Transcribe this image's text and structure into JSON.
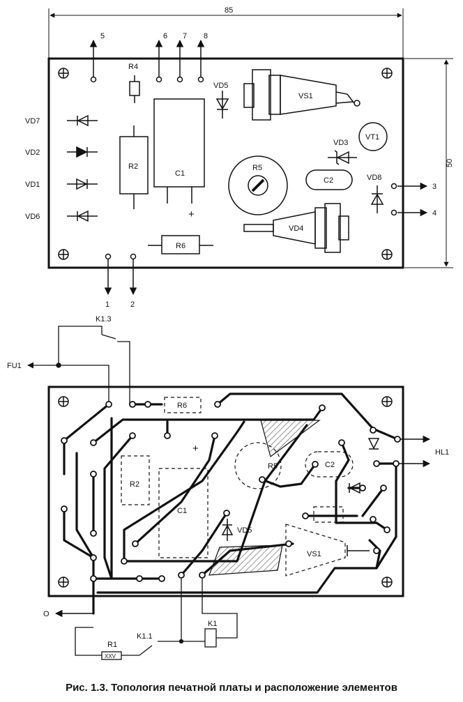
{
  "top_board": {
    "width_dim": "85",
    "height_dim": "50",
    "pins": {
      "p1": "1",
      "p2": "2",
      "p3": "3",
      "p4": "4",
      "p5": "5",
      "p6": "6",
      "p7": "7",
      "p8": "8"
    },
    "parts": {
      "R4": "R4",
      "R2": "R2",
      "C1": "C1",
      "R6": "R6",
      "R5": "R5",
      "C2": "C2",
      "VD5": "VD5",
      "VS1": "VS1",
      "VT1": "VT1",
      "VD3": "VD3",
      "VD8": "VD8",
      "VD4": "VD4",
      "VD7": "VD7",
      "VD2": "VD2",
      "VD1": "VD1",
      "VD6": "VD6",
      "plus": "+"
    }
  },
  "bottom_board": {
    "relay_contact_top": "K1.3",
    "FU1": "FU1",
    "HL1": "HL1",
    "O": "O",
    "parts": {
      "R6": "R6",
      "R5": "R5",
      "C2": "C2",
      "R2": "R2",
      "C1": "C1",
      "VD5": "VD5",
      "VS1": "VS1",
      "plus": "+"
    },
    "R1": "R1",
    "R1_mark": "XXV",
    "K11": "K1.1",
    "K1": "K1"
  },
  "caption": "Рис. 1.3. Топология печатной платы и расположение элементов"
}
